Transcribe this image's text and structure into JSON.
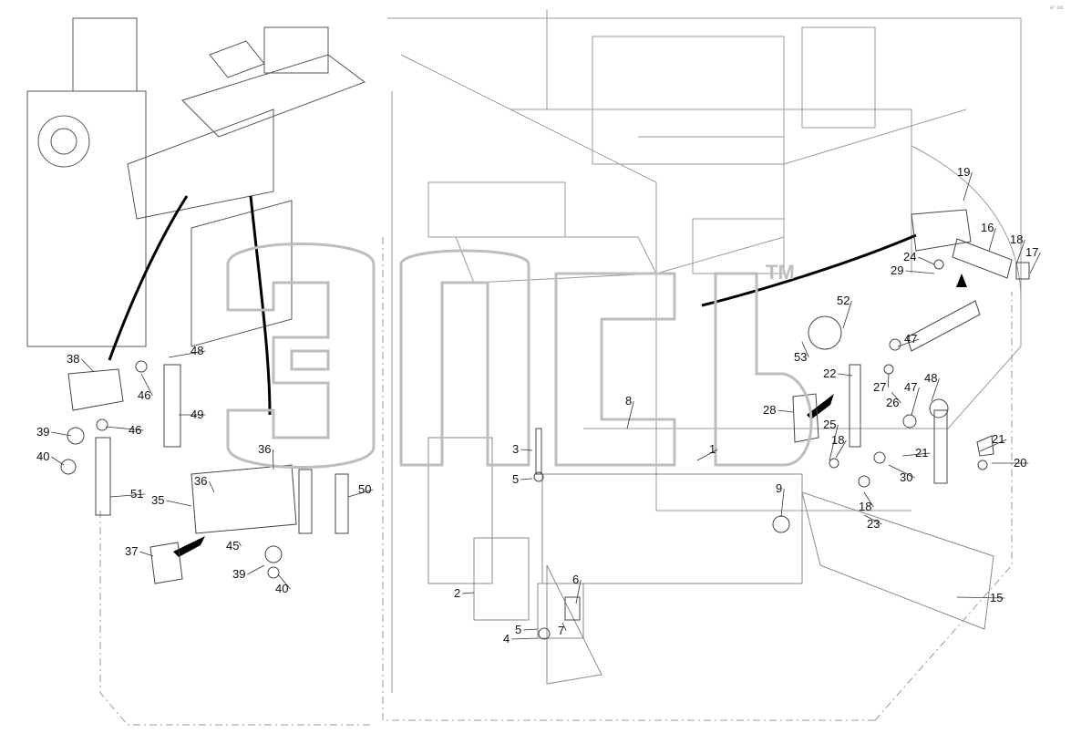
{
  "corner_mark": "a° oo",
  "watermark": {
    "text": "эпсб",
    "trademark": "TM"
  },
  "callouts": [
    "1",
    "2",
    "3",
    "4",
    "5",
    "5",
    "6",
    "7",
    "8",
    "9",
    "15",
    "16",
    "17",
    "18",
    "18",
    "18",
    "19",
    "20",
    "21",
    "21",
    "22",
    "23",
    "24",
    "25",
    "26",
    "27",
    "28",
    "29",
    "30",
    "35",
    "36",
    "36",
    "37",
    "38",
    "39",
    "39",
    "40",
    "40",
    "45",
    "46",
    "46",
    "47",
    "47",
    "48",
    "48",
    "49",
    "50",
    "51",
    "52",
    "53"
  ]
}
